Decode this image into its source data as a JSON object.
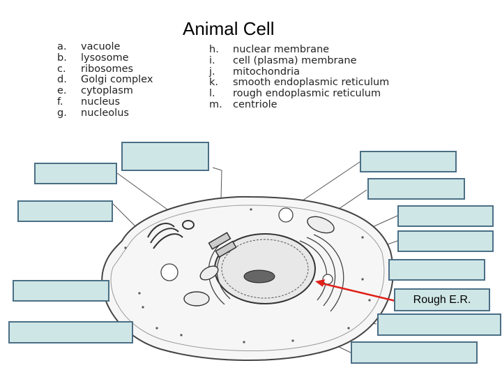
{
  "title": "Animal Cell",
  "legend_left": [
    {
      "key": "a.",
      "text": "vacuole"
    },
    {
      "key": "b.",
      "text": "lysosome"
    },
    {
      "key": "c.",
      "text": "ribosomes"
    },
    {
      "key": "d.",
      "text": "Golgi complex"
    },
    {
      "key": "e.",
      "text": "cytoplasm"
    },
    {
      "key": "f.",
      "text": "nucleus"
    },
    {
      "key": "g.",
      "text": "nucleolus"
    }
  ],
  "legend_right": [
    {
      "key": "h.",
      "text": "nuclear membrane"
    },
    {
      "key": "i.",
      "text": "cell (plasma) membrane"
    },
    {
      "key": "j.",
      "text": "mitochondria"
    },
    {
      "key": "k.",
      "text": "smooth endoplasmic reticulum"
    },
    {
      "key": "l.",
      "text": "rough endoplasmic reticulum"
    },
    {
      "key": "m.",
      "text": "centriole"
    }
  ],
  "answer_boxes": [
    {
      "text": ""
    },
    {
      "text": ""
    },
    {
      "text": ""
    },
    {
      "text": ""
    },
    {
      "text": ""
    },
    {
      "text": ""
    },
    {
      "text": ""
    },
    {
      "text": ""
    },
    {
      "text": ""
    },
    {
      "text": ""
    },
    {
      "text": "Rough E.R."
    },
    {
      "text": ""
    },
    {
      "text": ""
    }
  ],
  "colors": {
    "box_fill": "#cfe6e6",
    "box_border": "#4a6f86",
    "arrow": "#e0201a"
  }
}
